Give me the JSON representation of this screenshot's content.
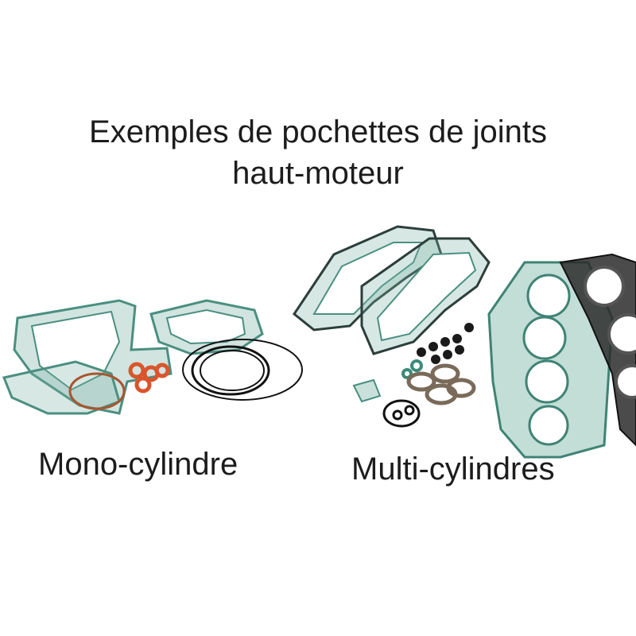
{
  "heading": {
    "line1": "Exemples de pochettes de joints",
    "line2": "haut-moteur"
  },
  "labels": {
    "mono": "Mono-cylindre",
    "multi": "Multi-cylindres"
  },
  "colors": {
    "gasket_green": "#5fa396",
    "gasket_dark": "#2a2a2a",
    "gasket_copper": "#c0502a",
    "background": "#ffffff"
  }
}
